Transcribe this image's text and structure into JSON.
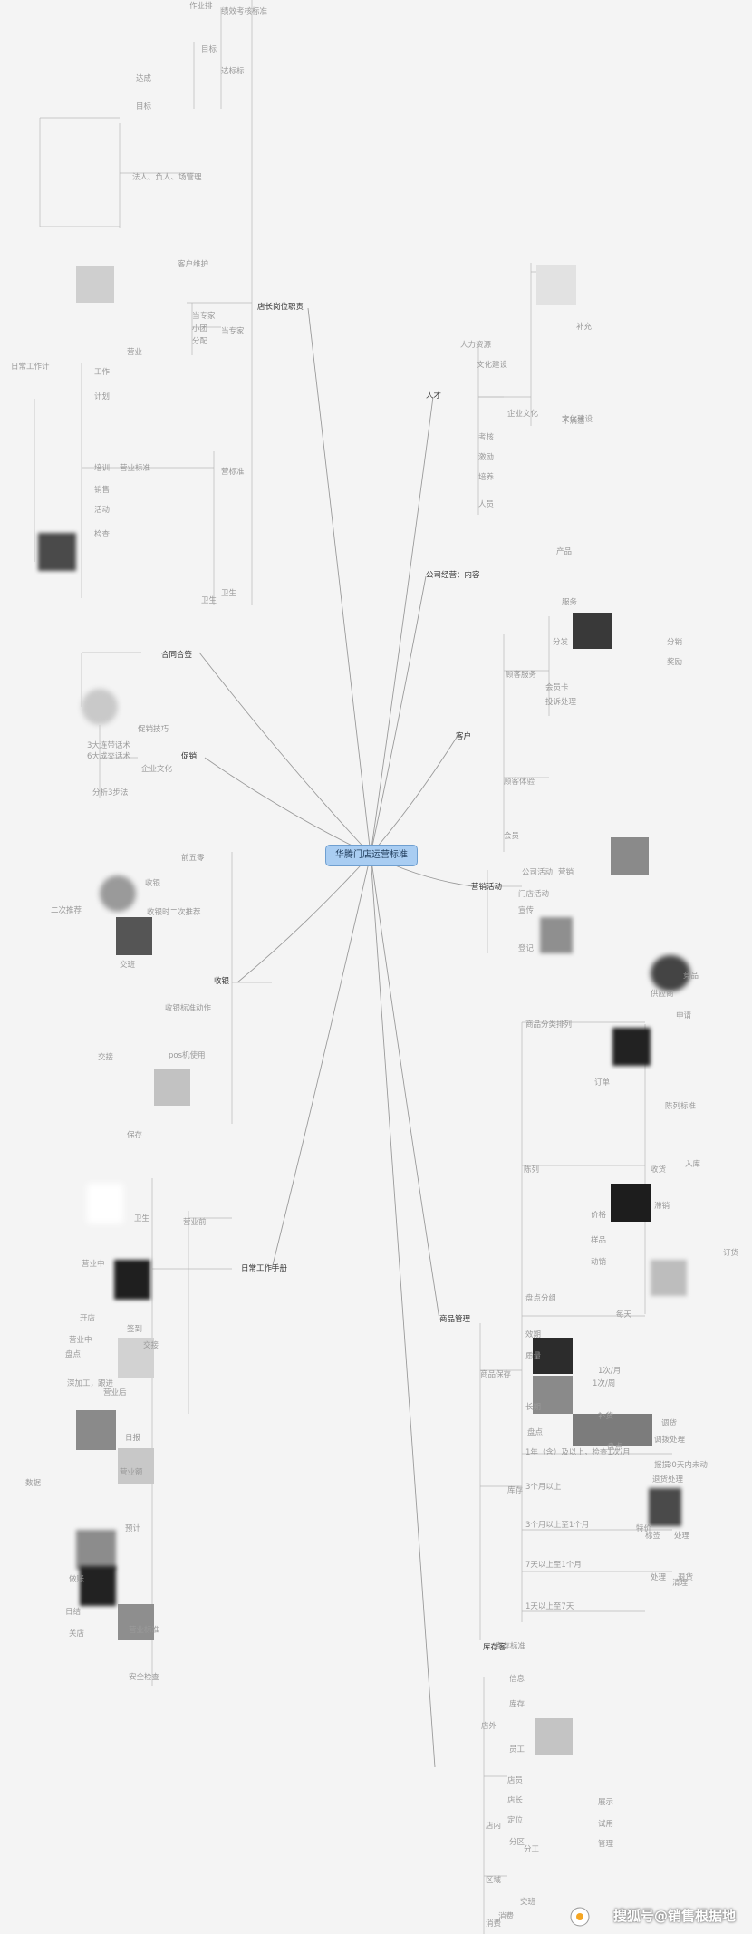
{
  "central_topic": "华腾门店运营标准",
  "watermark": "搜狐号@销售根据地",
  "branches": {
    "manager_duties": "店长岗位职责",
    "people": "人才",
    "company_culture": "公司经营：内容",
    "customer": "客户",
    "marketing": "营销活动",
    "cooperation": "合同合签",
    "sales": "促销",
    "cashier": "收银",
    "daily_work": "日常工作手册",
    "goods_mgmt": "商品管理",
    "stock": "库存客"
  },
  "labels": {
    "l_zuoye": "作业排",
    "l_fenpei": "绩效考核标准",
    "l_mubiao": "目标",
    "l_dabiaozhun": "达标标",
    "l_dacheng": "达成",
    "l_zhongbiao": "目标",
    "l_ren_block": "法人、负人、场管理",
    "l_kehu_weihu": "客户维护",
    "l_dangjia": "当专家",
    "l_zhuanjia2": "当专家",
    "l_xiaotuan": "小团",
    "l_fenpei2": "分配",
    "l_yuangong": "营业",
    "l_richang": "日常工作计",
    "l_gongzuo": "工作",
    "l_jihua": "计划",
    "l_peixun": "培训",
    "l_xiaoshou": "销售",
    "l_huodong": "活动",
    "l_jiancha": "检查",
    "l_zhibiao": "营业标准",
    "l_biaozhun": "营标准",
    "l_weisheng": "卫生",
    "l_quanbu": "卫生",
    "l_renli_a": "人力资源",
    "l_renli_b": "文化建设",
    "l_kaohe": "考核",
    "l_jili": "激励",
    "l_peiyang": "培养",
    "l_renyuan": "人员",
    "l_wenhua_a": "企业文化",
    "l_wenhua_b": "文化建设",
    "l_buchong": "补充",
    "l_bumen": "不满意",
    "l_chanpin": "产品",
    "l_fuwu": "服务",
    "l_fenfa": "分发",
    "l_kehu_fuwu": "顾客服务",
    "l_huiyuan": "会员卡",
    "l_tousu": "投诉处理",
    "l_guke_tiyan": "顾客体验",
    "l_huiyuan2": "会员",
    "l_fenxiao": "分销",
    "l_jiangli": "奖励",
    "l_gongsi": "公司活动",
    "l_mendian": "门店活动",
    "l_xuanchuan": "宣传",
    "l_yingxiao": "营销",
    "l_dengji": "登记",
    "l_jingpin": "竞品",
    "l_gongyingshang": "供应商",
    "l_shenqing": "申请",
    "l_shangpin_fenlei": "商品分类排列",
    "l_chenlie": "陈列",
    "l_chenlie_biaozhun": "陈列标准",
    "l_dingdan": "订单",
    "l_shouhuo": "收货",
    "l_ruku": "入库",
    "l_jiage": "价格",
    "l_yangpin": "样品",
    "l_dongxiao": "动销",
    "l_zhixiao": "滞销",
    "l_dinghuo": "订货",
    "l_fenlei": "盘点分组",
    "l_shangpin_baocun": "商品保存",
    "l_xiaoqi": "效期",
    "l_zhiliang": "质量",
    "l_changqi": "长期",
    "l_pandian": "盘点",
    "l_1nian": "1年（含）及以上，检查1次/月",
    "l_3geyue": "3个月以上",
    "l_3_1": "3个月以上至1个月",
    "l_7tian": "7天以上至1个月",
    "l_1tian": "1天以上至7天",
    "l_chuli": "处理",
    "l_tuihuo": "退货",
    "l_dianwai": "店外",
    "l_dianyuan": "店员",
    "l_dianzhang": "店长",
    "l_dingwei": "定位",
    "l_fenqu": "分区",
    "l_zhanshi": "展示",
    "l_shiyong": "试用",
    "l_guanli": "管理",
    "l_quyu": "区域",
    "l_dianli": "店内",
    "l_xiaoxing": "消费",
    "l_xinxi": "信息",
    "l_kucun": "库存",
    "l_yuangong2": "员工",
    "l_fenpei3": "分工",
    "l_jiaoban": "交班",
    "l_xiaofei": "消费",
    "l_cuxiao_a": "促销技巧",
    "l_cuxiao_b": "企业文化",
    "l_cuxiao_c": "3大连带话术",
    "l_cuxiao_d": "6大成交话术",
    "l_cuxiao_e": "分析3步法",
    "l_shouyin_a": "前五零",
    "l_shouyin_b": "收银",
    "l_shouyin_c": "收银时二次推荐",
    "l_shouyin_d": "二次推荐",
    "l_shouyin_e": "交班",
    "l_shouyin_f": "收银标准动作",
    "l_shouyin_g": "pos机使用",
    "l_shouyin_h": "交接",
    "l_shouyin_i": "保存",
    "l_richang_a": "营业前",
    "l_richang_b": "卫生",
    "l_richang_c": "营业中",
    "l_richang_d": "开店",
    "l_richang_e": "营业中",
    "l_richang_f": "签到",
    "l_richang_g": "交接",
    "l_richang_h": "盘点",
    "l_richang_i": "营业后",
    "l_richang_j": "深加工，跟进",
    "l_richang_k": "日报",
    "l_richang_l": "营业额",
    "l_richang_m": "数据",
    "l_richang_n": "预计",
    "l_richang_o": "关店",
    "l_richang_p": "安全检查",
    "l_richang_q": "营业标准",
    "l_richang_r": "做账",
    "l_richang_s": "日结",
    "l_stock_a": "库存标准",
    "l_stock_b": "库存",
    "l_stock_c": "盘点",
    "l_stock_d": "补货",
    "l_stock_e": "调货",
    "l_stock_f": "报损",
    "l_stock_g": "退货处理",
    "l_stock_h": "30天内未动",
    "l_stock_i": "调拨处理",
    "l_stock_j": "特价",
    "l_stock_k": "清理",
    "l_stock_l": "标签",
    "l_stock_m": "处理",
    "l_stock_n": "1次/月",
    "l_stock_o": "1次/周",
    "l_stock_p": "每天"
  }
}
